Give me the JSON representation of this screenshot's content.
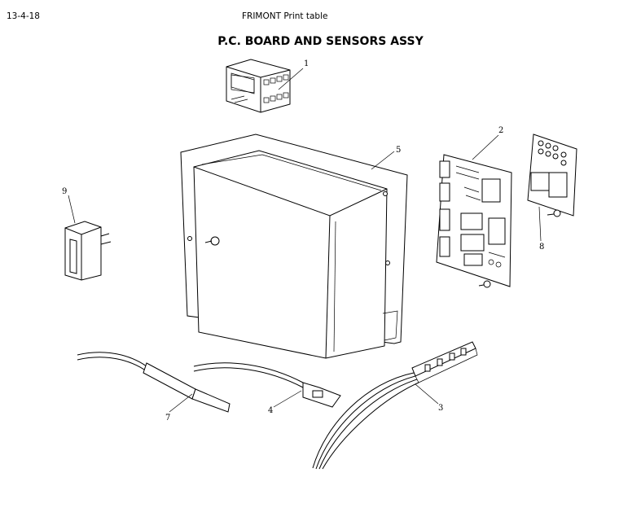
{
  "header": {
    "date": "13-4-18",
    "center": "FRIMONT Print table"
  },
  "title": "P.C. BOARD AND SENSORS ASSY",
  "callouts": [
    {
      "label": "1"
    },
    {
      "label": "2"
    },
    {
      "label": "3"
    },
    {
      "label": "4"
    },
    {
      "label": "5"
    },
    {
      "label": "7"
    },
    {
      "label": "8"
    },
    {
      "label": "9"
    }
  ]
}
